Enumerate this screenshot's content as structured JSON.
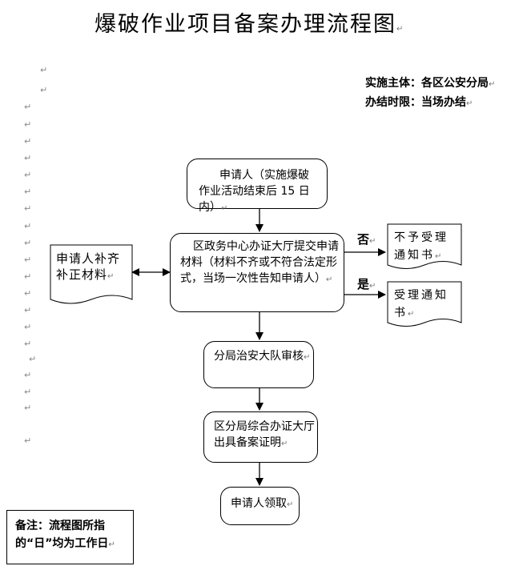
{
  "title": "爆破作业项目备案办理流程图",
  "info": {
    "line1": "实施主体：各区公安分局",
    "line2": "办结时限：当场办结"
  },
  "paragraph_mark": "↵",
  "nodes": {
    "applicant": "申请人（实施爆破作业活动结束后 15 日内）",
    "submit": "区政务中心办证大厅提交申请材料（材料不齐或不符合法定形式，当场一次性告知申请人）",
    "supplement": "申请人补齐补正材料",
    "reject_notice": "不予受理通知书",
    "accept_notice": "受理通知书",
    "review": "分局治安大队审核",
    "certificate": "区分局综合办证大厅出具备案证明",
    "collect": "申请人领取"
  },
  "branches": {
    "no": "否",
    "yes": "是"
  },
  "note": "备注：流程图所指的“日”均为工作日"
}
